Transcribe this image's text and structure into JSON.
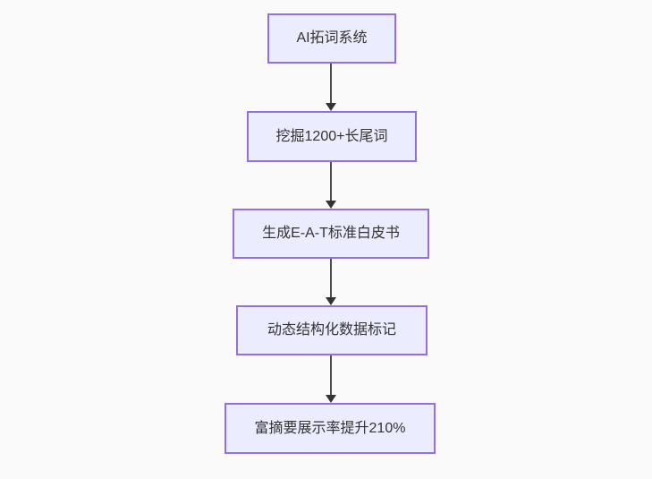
{
  "flowchart": {
    "type": "flowchart",
    "direction": "top-down",
    "nodes": [
      {
        "label": "AI拓词系统"
      },
      {
        "label": "挖掘1200+长尾词"
      },
      {
        "label": "生成E-A-T标准白皮书"
      },
      {
        "label": "动态结构化数据标记"
      },
      {
        "label": "富摘要展示率提升210%"
      }
    ],
    "edges": [
      {
        "from": "AI拓词系统",
        "to": "挖掘1200+长尾词"
      },
      {
        "from": "挖掘1200+长尾词",
        "to": "生成E-A-T标准白皮书"
      },
      {
        "from": "生成E-A-T标准白皮书",
        "to": "动态结构化数据标记"
      },
      {
        "from": "动态结构化数据标记",
        "to": "富摘要展示率提升210%"
      }
    ],
    "colors": {
      "node_fill": "#ECECFF",
      "node_border": "#9370DB",
      "edge_line": "#4d4d4d",
      "arrowhead": "#333333",
      "text": "#333333",
      "background": "#fafafa"
    }
  }
}
